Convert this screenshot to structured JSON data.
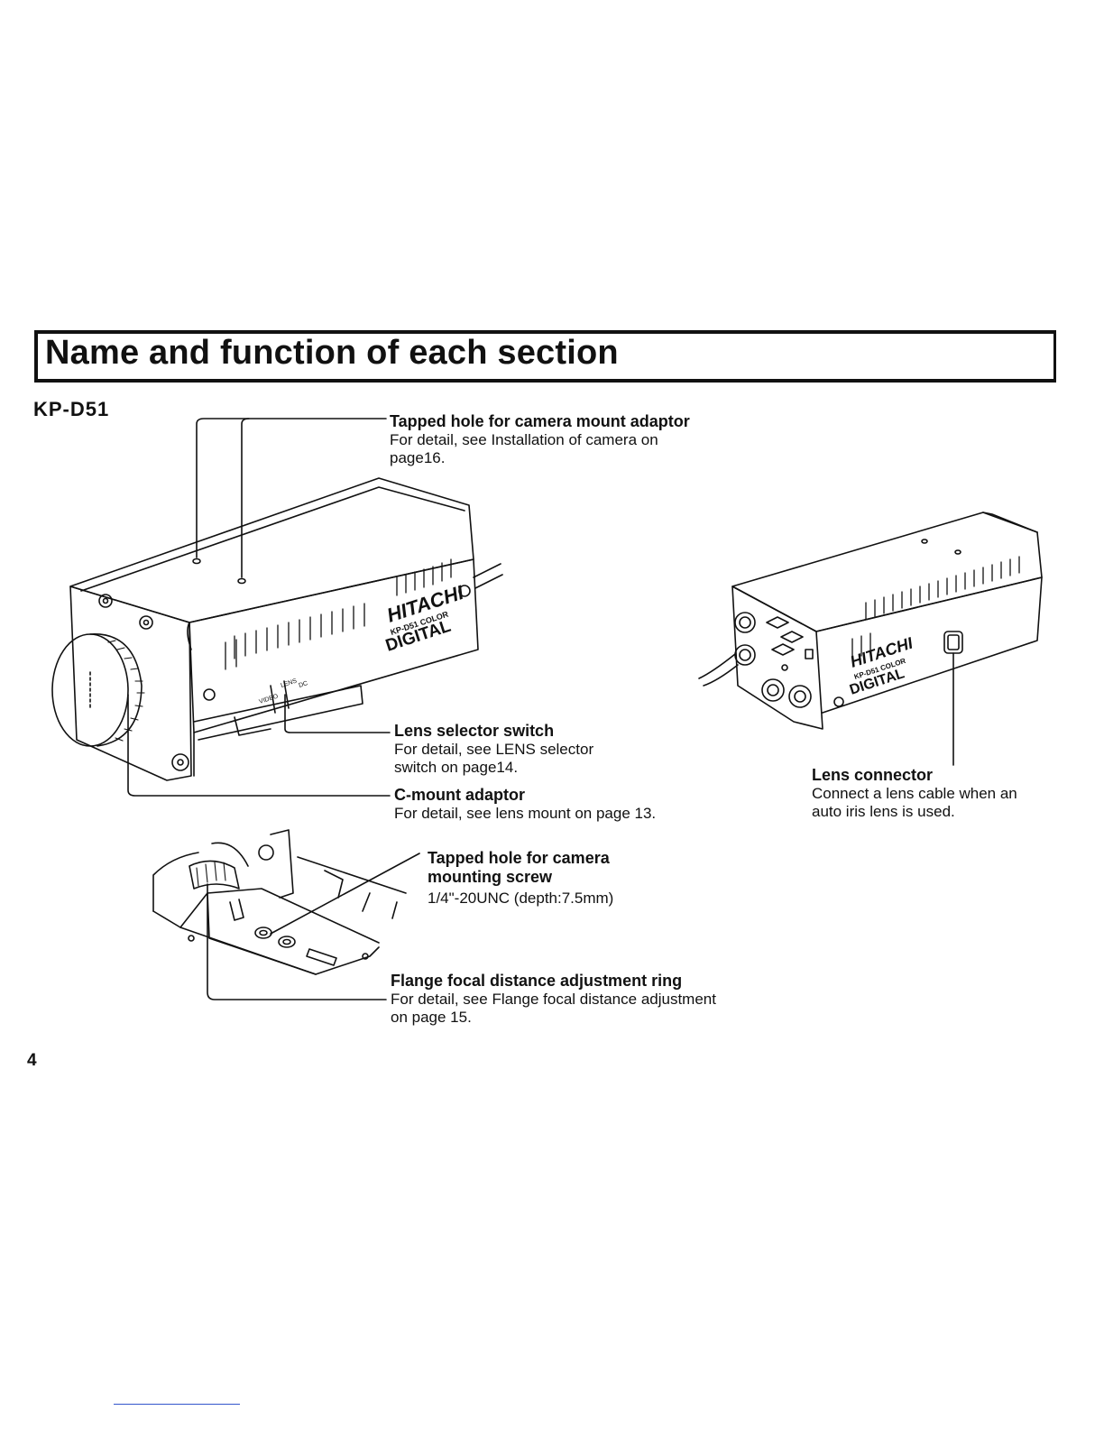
{
  "heading": {
    "title": "Name and function of each section",
    "model": "KP-D51"
  },
  "callouts": [
    {
      "id": "tapped-hole-adaptor",
      "title": "Tapped hole for camera mount adaptor",
      "lines": [
        "For detail, see Installation of camera on",
        "page16."
      ]
    },
    {
      "id": "lens-selector-switch",
      "title": "Lens selector switch",
      "lines": [
        "For detail, see LENS  selector",
        "switch on page14."
      ]
    },
    {
      "id": "c-mount-adaptor",
      "title": "C-mount adaptor",
      "lines": [
        "For detail, see lens mount on page 13."
      ]
    },
    {
      "id": "lens-connector",
      "title": "Lens connector",
      "lines": [
        "Connect a lens cable when an",
        "auto iris lens is used."
      ]
    },
    {
      "id": "tapped-hole-screw",
      "title_lines": [
        "Tapped hole for camera",
        "mounting screw"
      ],
      "lines": [
        "1/4\"-20UNC (depth:7.5mm)"
      ]
    },
    {
      "id": "flange-ring",
      "title": "Flange focal distance adjustment ring",
      "lines": [
        "For detail, see Flange focal distance adjustment",
        "on page 15."
      ]
    }
  ],
  "illustration": {
    "brand": "HITACHI",
    "model_marking": "KP-D51 COLOR",
    "marking": "DIGITAL",
    "switch_labels": [
      "VIDEO",
      "LENS",
      "DC"
    ]
  },
  "page_number": "4",
  "colors": {
    "ink": "#111111",
    "paper": "#ffffff",
    "footer_rule": "#3355cc"
  }
}
